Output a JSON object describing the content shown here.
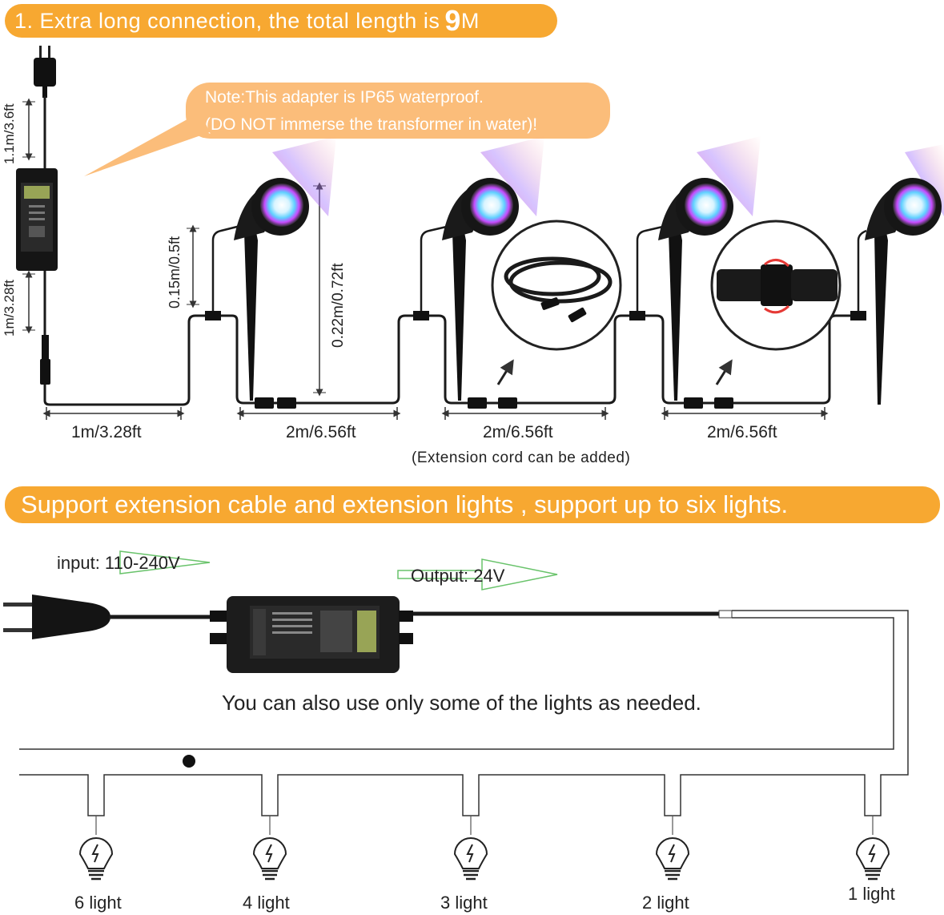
{
  "top_banner": {
    "prefix": "1. Extra long connection, the total length is",
    "length_number": "9",
    "length_unit": "M"
  },
  "note": {
    "line1": "Note:This adapter is IP65 waterproof.",
    "line2": "(DO NOT immerse the transformer in water)!"
  },
  "vertical_labels": {
    "plug_cord": "1.1m/3.6ft",
    "adapter_cord": "1m/3.28ft",
    "light_lead": "0.15m/0.5ft",
    "light_height": "0.22m/0.72ft"
  },
  "segment_labels": [
    "1m/3.28ft",
    "2m/6.56ft",
    "2m/6.56ft",
    "2m/6.56ft"
  ],
  "extension_caption": "(Extension cord can be added)",
  "bottom_banner": {
    "text": "Support extension cable and extension lights , support up to six lights."
  },
  "power": {
    "input_label": "input: 110-240V",
    "output_label": "Output: 24V"
  },
  "usage_message": "You can also use only some of the lights as needed.",
  "bulbs": [
    "6 light",
    "4 light",
    "3 light",
    "2 light",
    "1 light"
  ],
  "colors": {
    "accent": "#f7a831",
    "note": "#fbbd7a",
    "arrow": "#69c36b",
    "cable": "#1a1a1a"
  },
  "icons": [
    "plug-icon",
    "adapter-icon",
    "spotlight-icon",
    "extension-cable-icon",
    "waterproof-connector-icon",
    "bulb-icon"
  ]
}
